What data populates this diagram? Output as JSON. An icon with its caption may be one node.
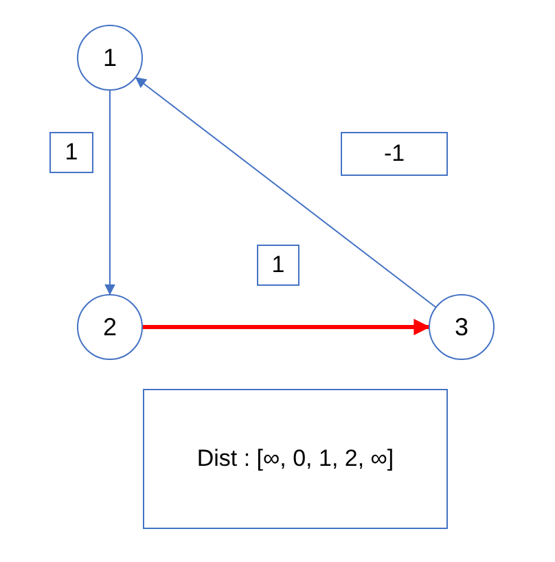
{
  "diagram": {
    "nodes": [
      {
        "text": [
          "1"
        ]
      },
      {
        "text": [
          "2"
        ]
      },
      {
        "text": [
          "3"
        ]
      },
      {
        "text": [
          "Dist : [∞, 0, 1, 2, ∞]"
        ]
      }
    ],
    "edges": [
      {
        "from": 0,
        "to": 1,
        "arrow": "to",
        "label": "1"
      },
      {
        "from": 1,
        "to": 2,
        "arrow": "to",
        "label": "1",
        "style": "thick",
        "color": "#ff0000"
      },
      {
        "from": 2,
        "to": 0,
        "arrow": "to",
        "label": "-1"
      }
    ]
  }
}
